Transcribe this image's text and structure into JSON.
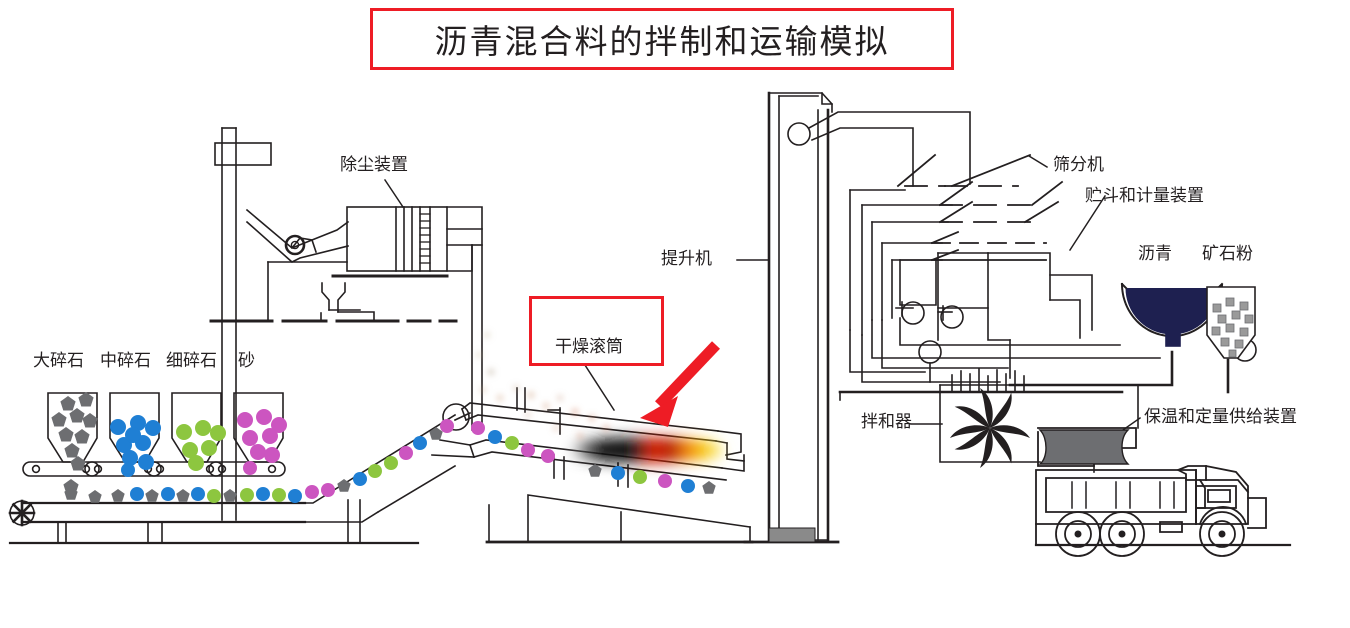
{
  "title": {
    "text": "沥青混合料的拌制和运输模拟",
    "border_color": "#ee1c25"
  },
  "callout": {
    "text": "干燥滚筒",
    "border_color": "#ee1c25",
    "arrow_color": "#ee1c25"
  },
  "material_labels": [
    {
      "text": "大碎石",
      "color": "#8a8a8a"
    },
    {
      "text": "中碎石",
      "color": "#1f7fd4"
    },
    {
      "text": "细碎石",
      "color": "#8dc63f"
    },
    {
      "text": "砂",
      "color": "#cc55c0"
    }
  ],
  "part_labels": {
    "dust_collector": "除尘装置",
    "elevator": "提升机",
    "screen": "筛分机",
    "storage_metering": "贮斗和计量装置",
    "asphalt": "沥青",
    "mineral_powder": "矿石粉",
    "mixer": "拌和器",
    "insulated_feeder": "保温和定量供给装置"
  },
  "colors": {
    "line": "#231f20",
    "asphalt_fill": "#1e2050",
    "powder_square": "#9a9a9a",
    "gray_aggregate": "#6d6e71",
    "blue_aggregate": "#1f7fd4",
    "green_aggregate": "#8dc63f",
    "magenta_aggregate": "#cc55c0",
    "flame_black": "#000000",
    "flame_red": "#d81e05",
    "flame_orange": "#f07c00",
    "flame_yellow": "#f7e02a",
    "mixer_blade": "#231f20",
    "feeder_gray": "#6d6e71"
  },
  "diagram": {
    "type": "process-flow",
    "description": "沥青混合料拌和楼工艺流程示意图"
  }
}
